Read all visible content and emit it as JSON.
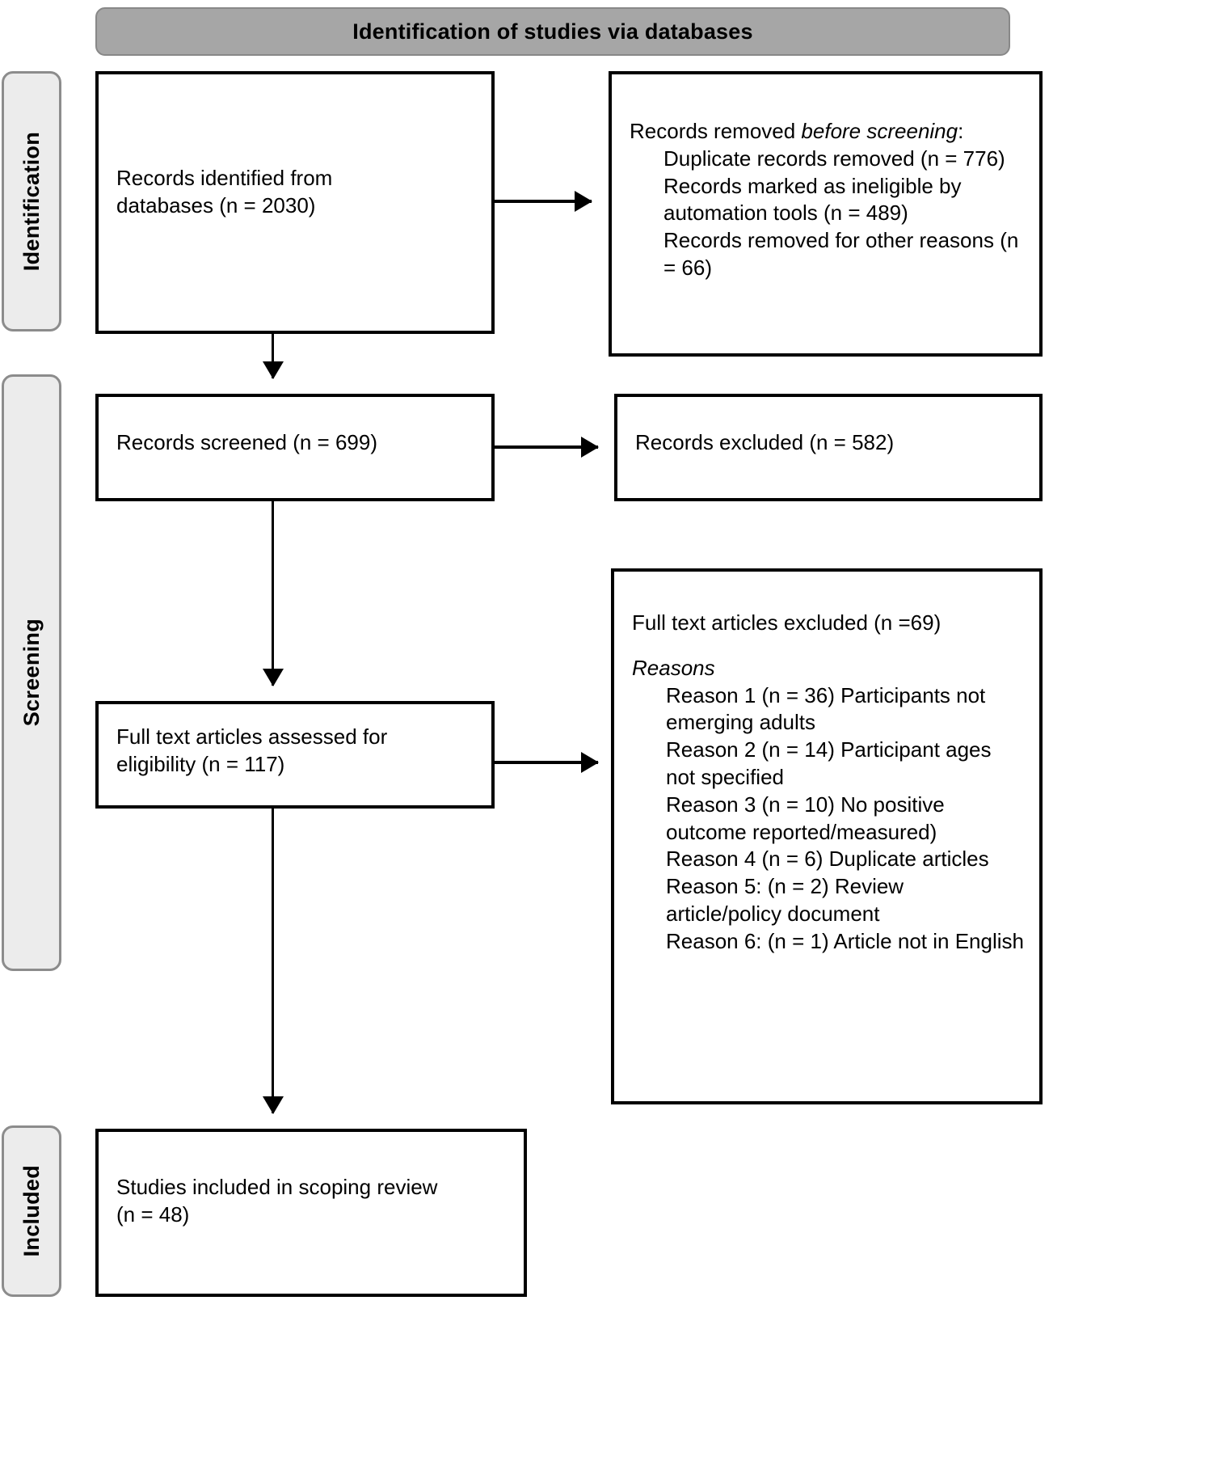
{
  "banner": {
    "title": "Identification of studies via databases"
  },
  "phases": [
    {
      "id": "identification",
      "label": "Identification"
    },
    {
      "id": "screening",
      "label": "Screening"
    },
    {
      "id": "included",
      "label": "Included"
    }
  ],
  "boxes": {
    "identified": {
      "line1": "Records identified from",
      "line2": "databases (n = 2030)"
    },
    "removed": {
      "heading_a": "Records removed ",
      "heading_b": "before screening",
      "heading_c": ":",
      "item1": "Duplicate records removed (n = 776)",
      "item2": "Records marked as ineligible by automation tools (n = 489)",
      "item3": "Records removed for other reasons (n = 66)"
    },
    "screened": {
      "text": "Records screened (n = 699)"
    },
    "excluded": {
      "text": "Records excluded (n = 582)"
    },
    "fulltext": {
      "line1": "Full text articles assessed for",
      "line2": "eligibility (n = 117)"
    },
    "reasons": {
      "title": "Full text articles excluded (n =69)",
      "subheading": "Reasons",
      "item1": "Reason 1 (n = 36) Participants not emerging adults",
      "item2": "Reason 2 (n = 14) Participant ages not specified",
      "item3": "Reason 3 (n = 10) No positive outcome reported/measured)",
      "item4": "Reason 4 (n = 6) Duplicate articles",
      "item5": "Reason 5: (n = 2) Review article/policy document",
      "item6": "Reason 6: (n = 1) Article not in English"
    },
    "included": {
      "line1": "Studies included in scoping review",
      "line2": "(n = 48)"
    }
  },
  "colors": {
    "banner_fill": "#a6a6a6",
    "phase_fill": "#ececec",
    "phase_border": "#8c8c8c",
    "box_border": "#000000",
    "page_background": "#ffffff"
  }
}
